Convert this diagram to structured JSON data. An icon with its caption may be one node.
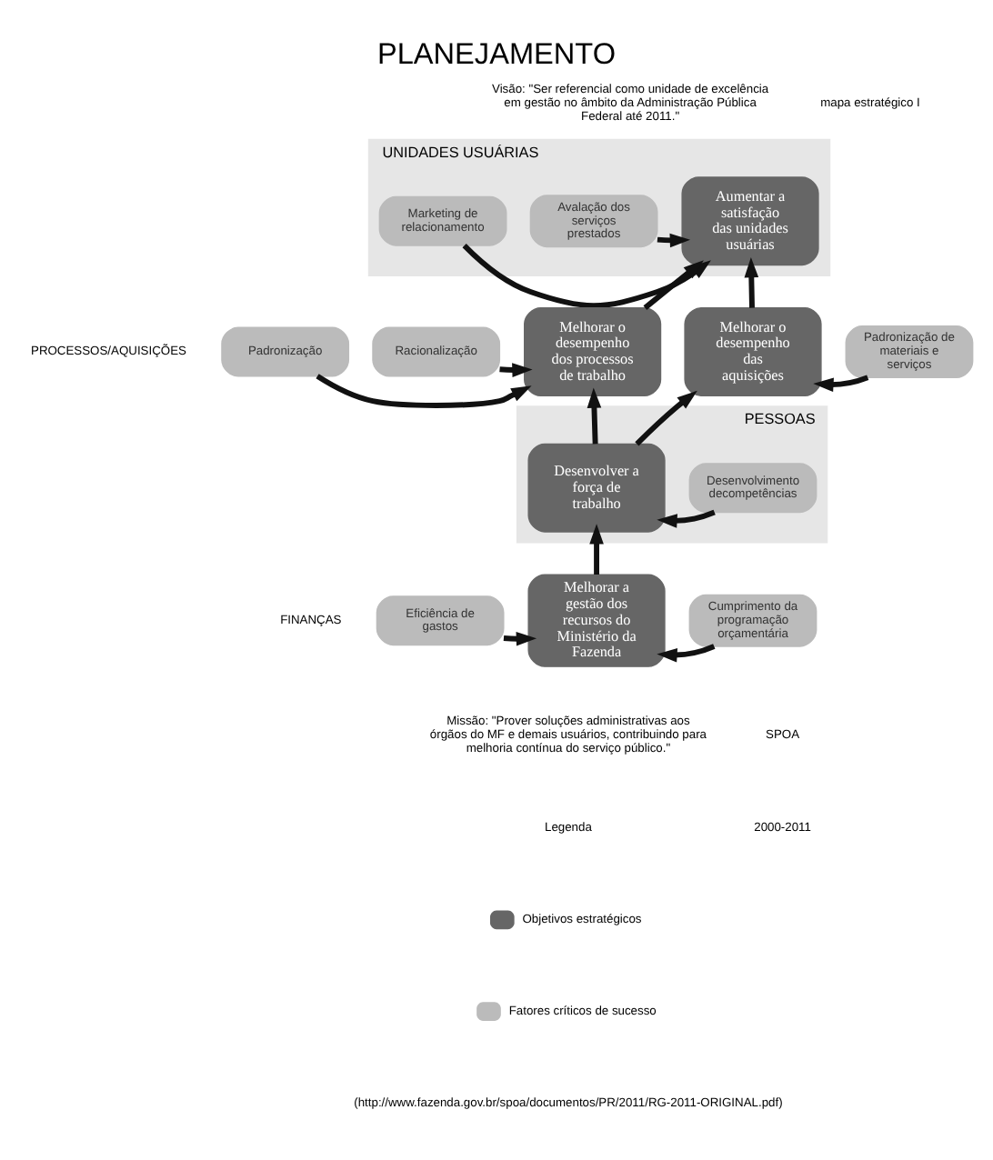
{
  "diagram": {
    "title": "PLANEJAMENTO",
    "caption": "(http://www.fazenda.gov.br/spoa/documentos/PR/2011/RG-2011-ORIGINAL.pdf)",
    "nodes": [
      {
        "text": [
          "UNIDADES USUÁRIAS"
        ]
      },
      {
        "text": [
          "Marketing de relacionamento"
        ],
        "in": 0
      },
      {
        "text": [
          "Avalação dos serviços prestados"
        ],
        "in": 0
      },
      {
        "text": [
          "Aumentar a satisfação das unidades usuárias"
        ],
        "in": 0
      },
      {
        "text": [
          "Padronização"
        ]
      },
      {
        "text": [
          "Racionalização"
        ]
      },
      {
        "text": [
          "Melhorar o desempenho dos processos de trabalho"
        ]
      },
      {
        "text": [
          "Melhorar o desempenho das aquisições"
        ]
      },
      {
        "text": [
          "Padronização de materiais e serviços"
        ]
      },
      {
        "text": [
          "PESSOAS"
        ]
      },
      {
        "text": [
          "Desenvolver a força de trabalho"
        ],
        "in": 9
      },
      {
        "text": [
          "Desenvolvimento decompetências"
        ],
        "in": 9
      },
      {
        "text": [
          "Eficiência de gastos"
        ]
      },
      {
        "text": [
          "Melhorar a gestão dos recursos do Ministério da Fazenda"
        ]
      },
      {
        "text": [
          "Cumprimento da programação orçamentária"
        ]
      }
    ],
    "edges": [
      {
        "from": 1,
        "to": 3,
        "arrow": "to"
      },
      {
        "from": 2,
        "to": 3,
        "arrow": "to"
      },
      {
        "from": 6,
        "to": 3,
        "arrow": "to"
      },
      {
        "from": 7,
        "to": 3,
        "arrow": "to"
      },
      {
        "from": 4,
        "to": 6,
        "arrow": "to"
      },
      {
        "from": 5,
        "to": 6,
        "arrow": "to"
      },
      {
        "from": 8,
        "to": 7,
        "arrow": "to"
      },
      {
        "from": 10,
        "to": 6,
        "arrow": "to"
      },
      {
        "from": 10,
        "to": 7,
        "arrow": "to"
      },
      {
        "from": 11,
        "to": 10,
        "arrow": "to"
      },
      {
        "from": 13,
        "to": 10,
        "arrow": "to"
      },
      {
        "from": 12,
        "to": 13,
        "arrow": "to"
      },
      {
        "from": 14,
        "to": 13,
        "arrow": "to"
      }
    ],
    "labels": [
      "Visão: \"Ser referencial como unidade de excelência em gestão no âmbito da Administração Pública Federal até 2011.\"",
      "mapa estratégico I",
      "PROCESSOS/AQUISIÇÕES",
      "FINANÇAS",
      "Missão: \"Prover soluções administrativas aos órgãos do MF e demais usuários, contribuindo para melhoria contínua do serviço público.\"",
      "Legenda",
      "SPOA",
      "2000-2011"
    ],
    "legend": [
      {
        "text": "Objetivos estratégicos",
        "color": "#666666"
      },
      {
        "text": "Fatores críticos de sucesso",
        "color": "#bbbbbb"
      }
    ]
  }
}
